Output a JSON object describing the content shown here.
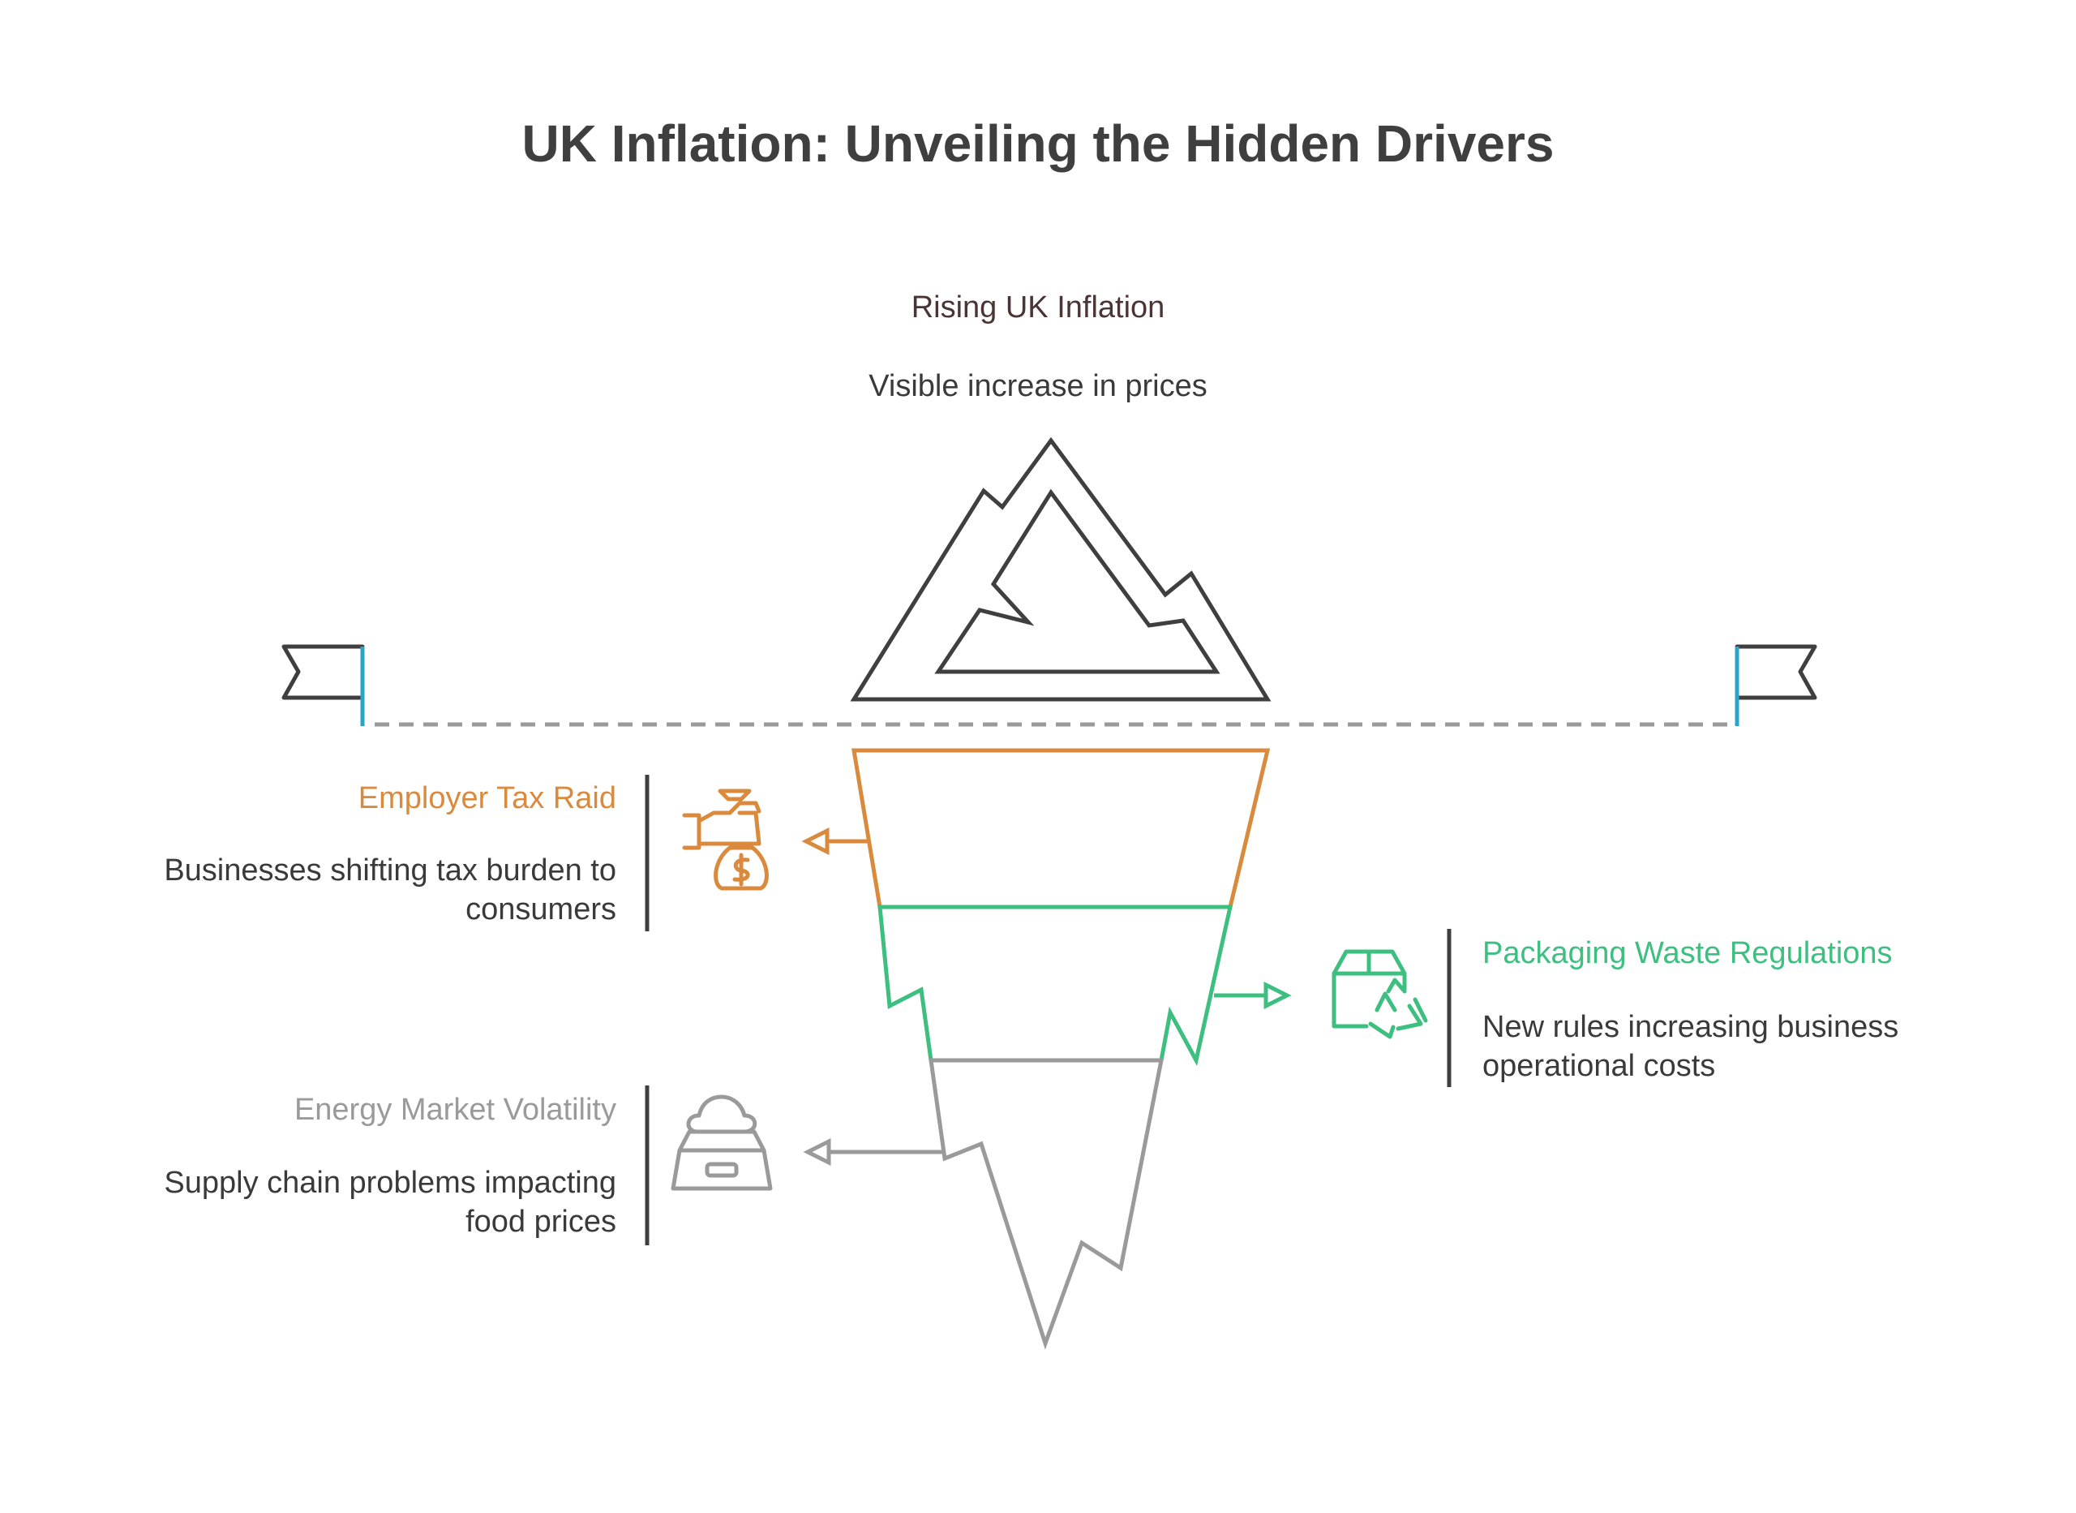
{
  "title": "UK Inflation: Unveiling the Hidden Drivers",
  "tip": {
    "title": "Rising UK Inflation",
    "description": "Visible increase in prices"
  },
  "layers": [
    {
      "title": "Employer Tax Raid",
      "description_lines": [
        "Businesses shifting tax burden to",
        "consumers"
      ],
      "color": "#d98a3d",
      "icon": "hand-money-bag-icon"
    },
    {
      "title": "Packaging Waste Regulations",
      "description_lines": [
        "New rules increasing business",
        "operational costs"
      ],
      "color": "#3dbf80",
      "icon": "box-recycle-icon"
    },
    {
      "title": "Energy Market Volatility",
      "description_lines": [
        "Supply chain problems impacting",
        "food prices"
      ],
      "color": "#9a9a9a",
      "icon": "weighing-scale-icon"
    }
  ],
  "colors": {
    "outline": "#3f3f3f",
    "flag_pole": "#2aa5c9",
    "waterline": "#9a9a9a"
  }
}
